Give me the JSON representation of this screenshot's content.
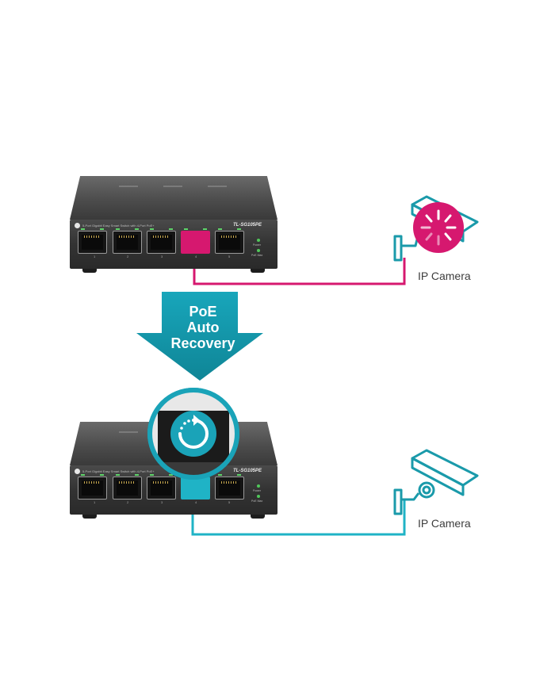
{
  "title_lines": [
    "PoE",
    "Auto",
    "Recovery"
  ],
  "switch": {
    "model": "TL-SG105PE",
    "front_text": "5-Port Gigabit Easy Smart Switch with 4-Port PoE+",
    "port_numbers": [
      "1",
      "2",
      "3",
      "4",
      "5"
    ],
    "status_labels": [
      "Power",
      "PoE Max"
    ]
  },
  "cameras": [
    {
      "label": "IP Camera",
      "state": "fault"
    },
    {
      "label": "IP Camera",
      "state": "recovered"
    }
  ],
  "colors": {
    "fault": "#d6186f",
    "recovered": "#1fb3c6",
    "arrow": "#1aa3b8",
    "camera_outline": "#1a9aaa"
  },
  "icons": [
    "restart-icon",
    "loading-spinner-icon",
    "ip-camera-icon"
  ]
}
